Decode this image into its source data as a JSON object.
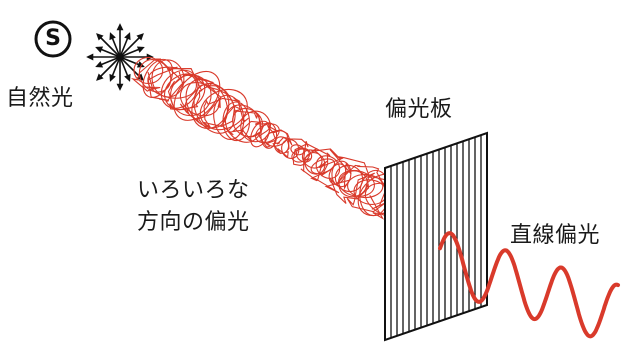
{
  "source": {
    "symbol": "S"
  },
  "labels": {
    "natural_light": "自然光",
    "polarizer": "偏光板",
    "various_line1": "いろいろな",
    "various_line2": "方向の偏光",
    "linear": "直線偏光"
  },
  "colors": {
    "beam": "#d93a2b",
    "ink": "#111111"
  },
  "icons": [
    "light-source-circle",
    "starburst-arrows-icon"
  ]
}
